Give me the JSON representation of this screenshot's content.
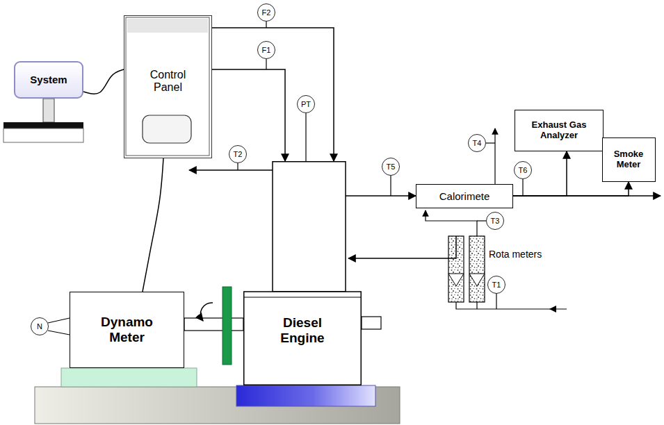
{
  "diagram": {
    "nodes": [
      {
        "text": [
          "F2"
        ]
      },
      {
        "text": [
          "System"
        ]
      },
      {
        "text": [
          "Control Panel"
        ]
      },
      {
        "text": [
          "F1"
        ]
      },
      {
        "text": [
          "Exhaust Gas Analyzer"
        ]
      },
      {
        "text": [
          "T4"
        ]
      },
      {
        "text": [
          "Smoke Meter"
        ]
      },
      {
        "text": [
          "T6"
        ]
      },
      {
        "text": [
          "T2"
        ]
      },
      {
        "text": [
          "PT"
        ]
      },
      {
        "text": [
          "T5"
        ]
      },
      {
        "text": [
          "Calorimete"
        ]
      },
      {
        "text": [
          "T3"
        ]
      },
      {
        "text": [
          "Diesel Engine"
        ]
      },
      {
        "text": [
          "Dynamo Meter"
        ]
      },
      {
        "text": [
          "N"
        ]
      },
      {
        "text": [
          "T1"
        ]
      }
    ],
    "edges": [
      {
        "from": 1,
        "to": 2,
        "arrow": "none"
      },
      {
        "from": 2,
        "to": 13,
        "arrow": "to"
      },
      {
        "from": 2,
        "to": 13,
        "arrow": "to"
      },
      {
        "from": 2,
        "to": 14,
        "arrow": "none"
      },
      {
        "from": 13,
        "to": 11,
        "arrow": "to"
      },
      {
        "from": 11,
        "to": 4,
        "arrow": "to"
      },
      {
        "from": 11,
        "to": 6,
        "arrow": "to"
      }
    ],
    "labels": [
      "Rota meters"
    ]
  }
}
